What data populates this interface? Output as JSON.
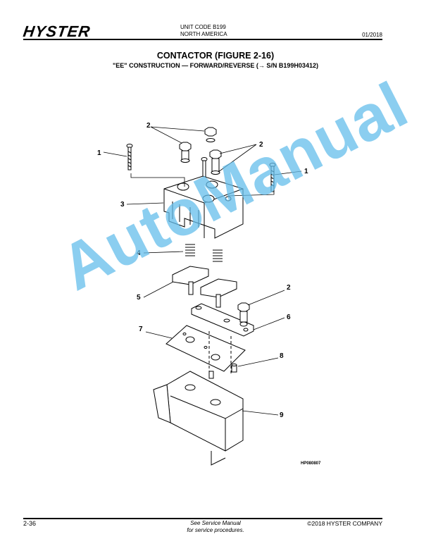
{
  "header": {
    "brand": "HYSTER",
    "unit_code": "UNIT CODE B199",
    "region": "NORTH AMERICA",
    "date": "01/2018"
  },
  "title": {
    "main": "CONTACTOR (FIGURE 2-16)",
    "sub": "\"EE\" CONSTRUCTION — FORWARD/REVERSE  (→ S/N B199H03412)"
  },
  "figure": {
    "id": "HP080807",
    "callouts": [
      {
        "label": "1",
        "part": "screw-left"
      },
      {
        "label": "1",
        "part": "screw-right"
      },
      {
        "label": "2",
        "part": "bolts-top-left"
      },
      {
        "label": "2",
        "part": "bolts-top-right"
      },
      {
        "label": "2",
        "part": "bolt-lower"
      },
      {
        "label": "3",
        "part": "housing"
      },
      {
        "label": "4",
        "part": "springs"
      },
      {
        "label": "5",
        "part": "contact-assemblies"
      },
      {
        "label": "6",
        "part": "bus-bar"
      },
      {
        "label": "7",
        "part": "plate"
      },
      {
        "label": "8",
        "part": "pin"
      },
      {
        "label": "9",
        "part": "base-assembly"
      }
    ]
  },
  "watermark": "AutoManual",
  "footer": {
    "page": "2-36",
    "note_line1": "See Service Manual",
    "note_line2": "for service procedures.",
    "copyright": "©2018 HYSTER COMPANY"
  }
}
